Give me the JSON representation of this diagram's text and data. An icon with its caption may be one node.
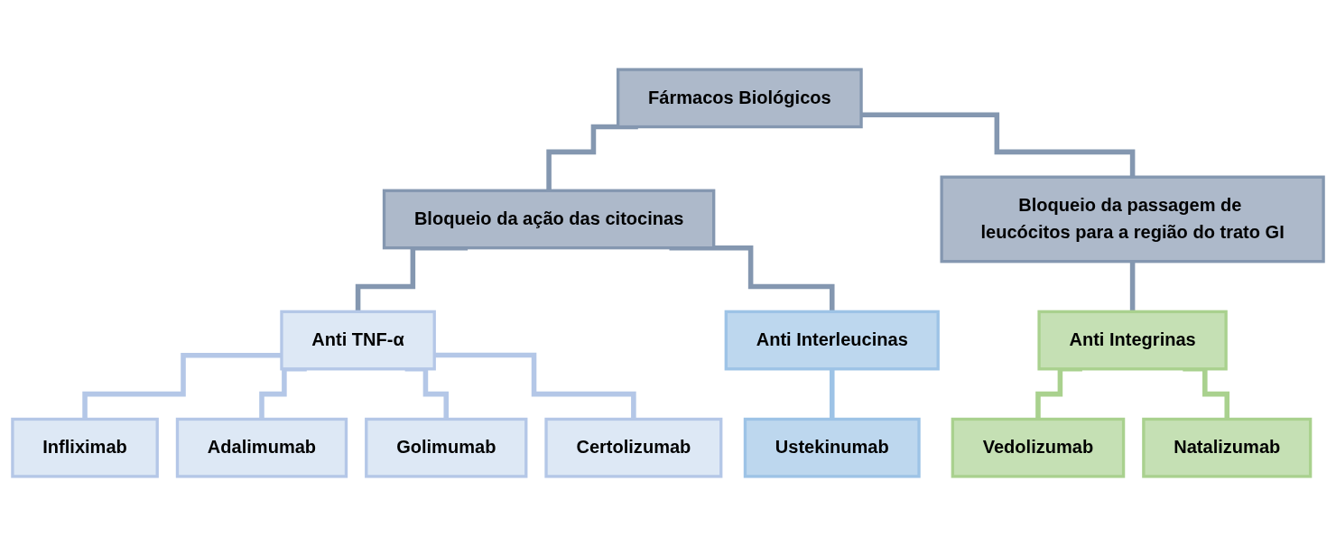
{
  "diagram": {
    "nodes": [
      {
        "text": [
          "Fármacos Biológicos"
        ]
      },
      {
        "text": [
          "Bloqueio da ação das citocinas"
        ]
      },
      {
        "text": [
          "Bloqueio da passagem de leucócitos para a região do trato GI"
        ]
      },
      {
        "text": [
          "Anti TNF-α"
        ]
      },
      {
        "text": [
          "Anti Interleucinas"
        ]
      },
      {
        "text": [
          "Anti Integrinas"
        ]
      },
      {
        "text": [
          "Infliximab"
        ]
      },
      {
        "text": [
          "Adalimumab"
        ]
      },
      {
        "text": [
          "Golimumab"
        ]
      },
      {
        "text": [
          "Certolizumab"
        ]
      },
      {
        "text": [
          "Ustekinumab"
        ]
      },
      {
        "text": [
          "Vedolizumab"
        ]
      },
      {
        "text": [
          "Natalizumab"
        ]
      }
    ],
    "edges": [
      {
        "from": 0,
        "to": 1,
        "arrow": "none"
      },
      {
        "from": 0,
        "to": 2,
        "arrow": "none"
      },
      {
        "from": 1,
        "to": 3,
        "arrow": "none"
      },
      {
        "from": 1,
        "to": 4,
        "arrow": "none"
      },
      {
        "from": 2,
        "to": 5,
        "arrow": "none"
      },
      {
        "from": 3,
        "to": 6,
        "arrow": "none",
        "color": "#b4c7e7"
      },
      {
        "from": 3,
        "to": 7,
        "arrow": "none",
        "color": "#b4c7e7"
      },
      {
        "from": 3,
        "to": 8,
        "arrow": "none",
        "color": "#b4c7e7"
      },
      {
        "from": 3,
        "to": 9,
        "arrow": "none",
        "color": "#b4c7e7"
      },
      {
        "from": 4,
        "to": 10,
        "arrow": "none",
        "color": "#9dc3e6"
      },
      {
        "from": 5,
        "to": 11,
        "arrow": "none",
        "color": "#a9d18e"
      },
      {
        "from": 5,
        "to": 12,
        "arrow": "none",
        "color": "#a9d18e"
      }
    ]
  }
}
